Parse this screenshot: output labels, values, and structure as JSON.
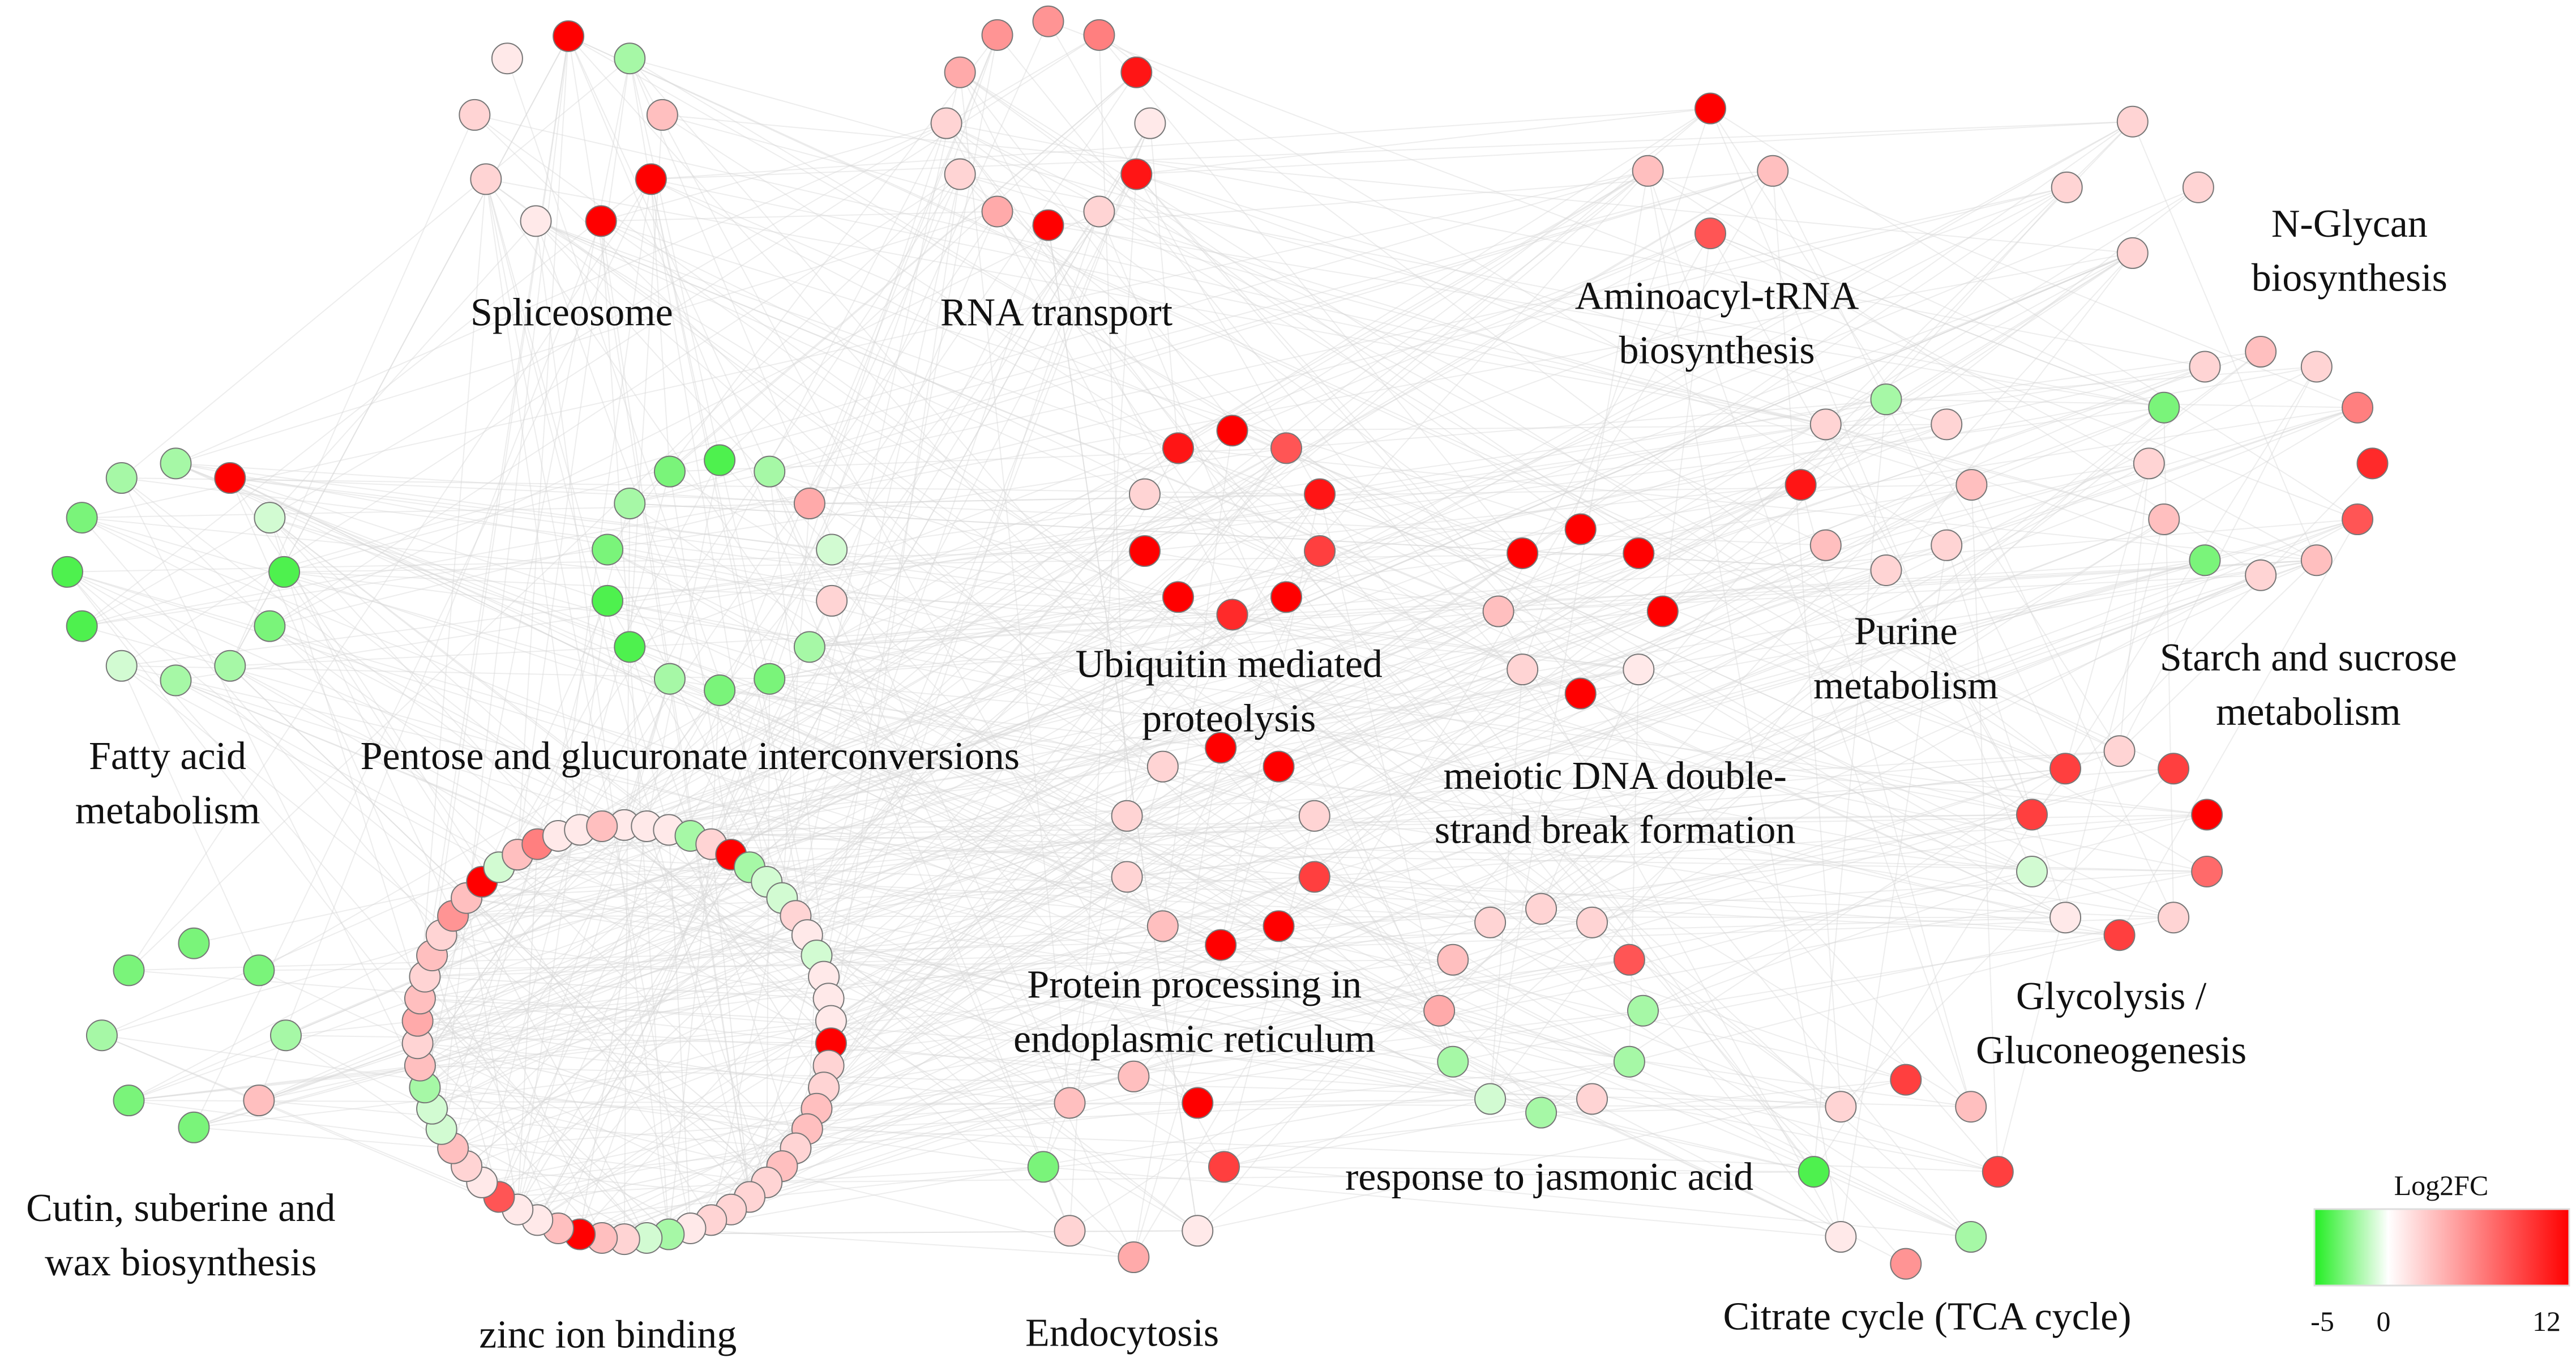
{
  "legend": {
    "title": "Log2FC",
    "min_label": "-5",
    "mid_label": "0",
    "max_label": "12",
    "colors": {
      "low": "#22ee22",
      "mid": "#ffffff",
      "high": "#ff0000"
    }
  },
  "edge_color": "#d8d8d8",
  "clusters": [
    {
      "id": "spliceosome",
      "label": [
        "Spliceosome"
      ],
      "values": [
        12,
        -2,
        3,
        12,
        12,
        1,
        2,
        2,
        1
      ]
    },
    {
      "id": "rna",
      "label": [
        "RNA transport"
      ],
      "values": [
        5,
        6,
        11,
        1,
        11,
        2,
        12,
        4,
        2,
        2,
        4,
        5
      ]
    },
    {
      "id": "aminoacyl",
      "label": [
        "Aminoacyl-tRNA",
        "biosynthesis"
      ],
      "values": [
        12,
        3,
        8,
        3
      ]
    },
    {
      "id": "nglycan",
      "label": [
        "N-Glycan",
        "biosynthesis"
      ],
      "values": [
        2,
        2,
        2,
        2
      ]
    },
    {
      "id": "fatty",
      "label": [
        "Fatty acid",
        "metabolism"
      ],
      "values": [
        -2,
        12,
        -1,
        -4,
        -3,
        -2,
        -2,
        -1,
        -4,
        -4,
        -3,
        -2
      ]
    },
    {
      "id": "pentose",
      "label": [
        "Pentose and glucuronate interconversions"
      ],
      "values": [
        -4,
        -2,
        4,
        -1,
        2,
        -2,
        -3,
        -3,
        -2,
        -4,
        -4,
        -3,
        -2,
        -3
      ]
    },
    {
      "id": "ubiquitin",
      "label": [
        "Ubiquitin mediated",
        "proteolysis"
      ],
      "values": [
        12,
        8,
        11,
        9,
        12,
        10,
        12,
        12,
        2,
        11
      ]
    },
    {
      "id": "meiotic",
      "label": [
        "meiotic DNA double-",
        "strand break formation"
      ],
      "values": [
        12,
        12,
        12,
        1,
        12,
        2,
        3,
        12
      ]
    },
    {
      "id": "purine",
      "label": [
        "Purine",
        "metabolism"
      ],
      "values": [
        -2,
        2,
        3,
        2,
        2,
        3,
        11,
        2
      ]
    },
    {
      "id": "starch",
      "label": [
        "Starch and sucrose",
        "metabolism"
      ],
      "values": [
        3,
        2,
        6,
        10,
        8,
        3,
        2,
        -3,
        3,
        2,
        -3,
        2
      ]
    },
    {
      "id": "glycolysis",
      "label": [
        "Glycolysis /",
        "Gluconeogenesis"
      ],
      "values": [
        2,
        9,
        12,
        7,
        2,
        9,
        1,
        -1,
        9,
        9
      ]
    },
    {
      "id": "protein",
      "label": [
        "Protein processing in",
        "endoplasmic reticulum"
      ],
      "values": [
        12,
        12,
        2,
        9,
        12,
        12,
        3,
        2,
        2,
        2
      ]
    },
    {
      "id": "jasmonic",
      "label": [
        "response to jasmonic acid"
      ],
      "values": [
        2,
        2,
        8,
        -2,
        -2,
        2,
        -2,
        -1,
        -2,
        4,
        3,
        2
      ]
    },
    {
      "id": "citrate",
      "label": [
        "Citrate cycle (TCA cycle)"
      ],
      "values": [
        9,
        3,
        9,
        -2,
        5,
        1,
        -4,
        2
      ]
    },
    {
      "id": "endocytosis",
      "label": [
        "Endocytosis"
      ],
      "values": [
        3,
        12,
        9,
        1,
        4,
        2,
        -3,
        3
      ]
    },
    {
      "id": "cutin",
      "label": [
        "Cutin, suberine and",
        "wax biosynthesis"
      ],
      "values": [
        -3,
        -3,
        -2,
        3,
        -3,
        -3,
        -2,
        -3
      ]
    },
    {
      "id": "zinc",
      "label": [
        "zinc ion binding"
      ],
      "values": [
        1,
        1,
        1,
        -2,
        2,
        12,
        -2,
        -1,
        -1,
        2,
        1,
        -1,
        1,
        1,
        1,
        12,
        2,
        2,
        3,
        3,
        2,
        3,
        2,
        2,
        2,
        2,
        1,
        -2,
        -1,
        2,
        3,
        12,
        3,
        1,
        1,
        8,
        1,
        2,
        3,
        -1,
        -1,
        -2,
        3,
        2,
        4,
        3,
        2,
        3,
        2,
        5,
        3,
        12,
        -1,
        3,
        6,
        1,
        1,
        3
      ]
    }
  ]
}
